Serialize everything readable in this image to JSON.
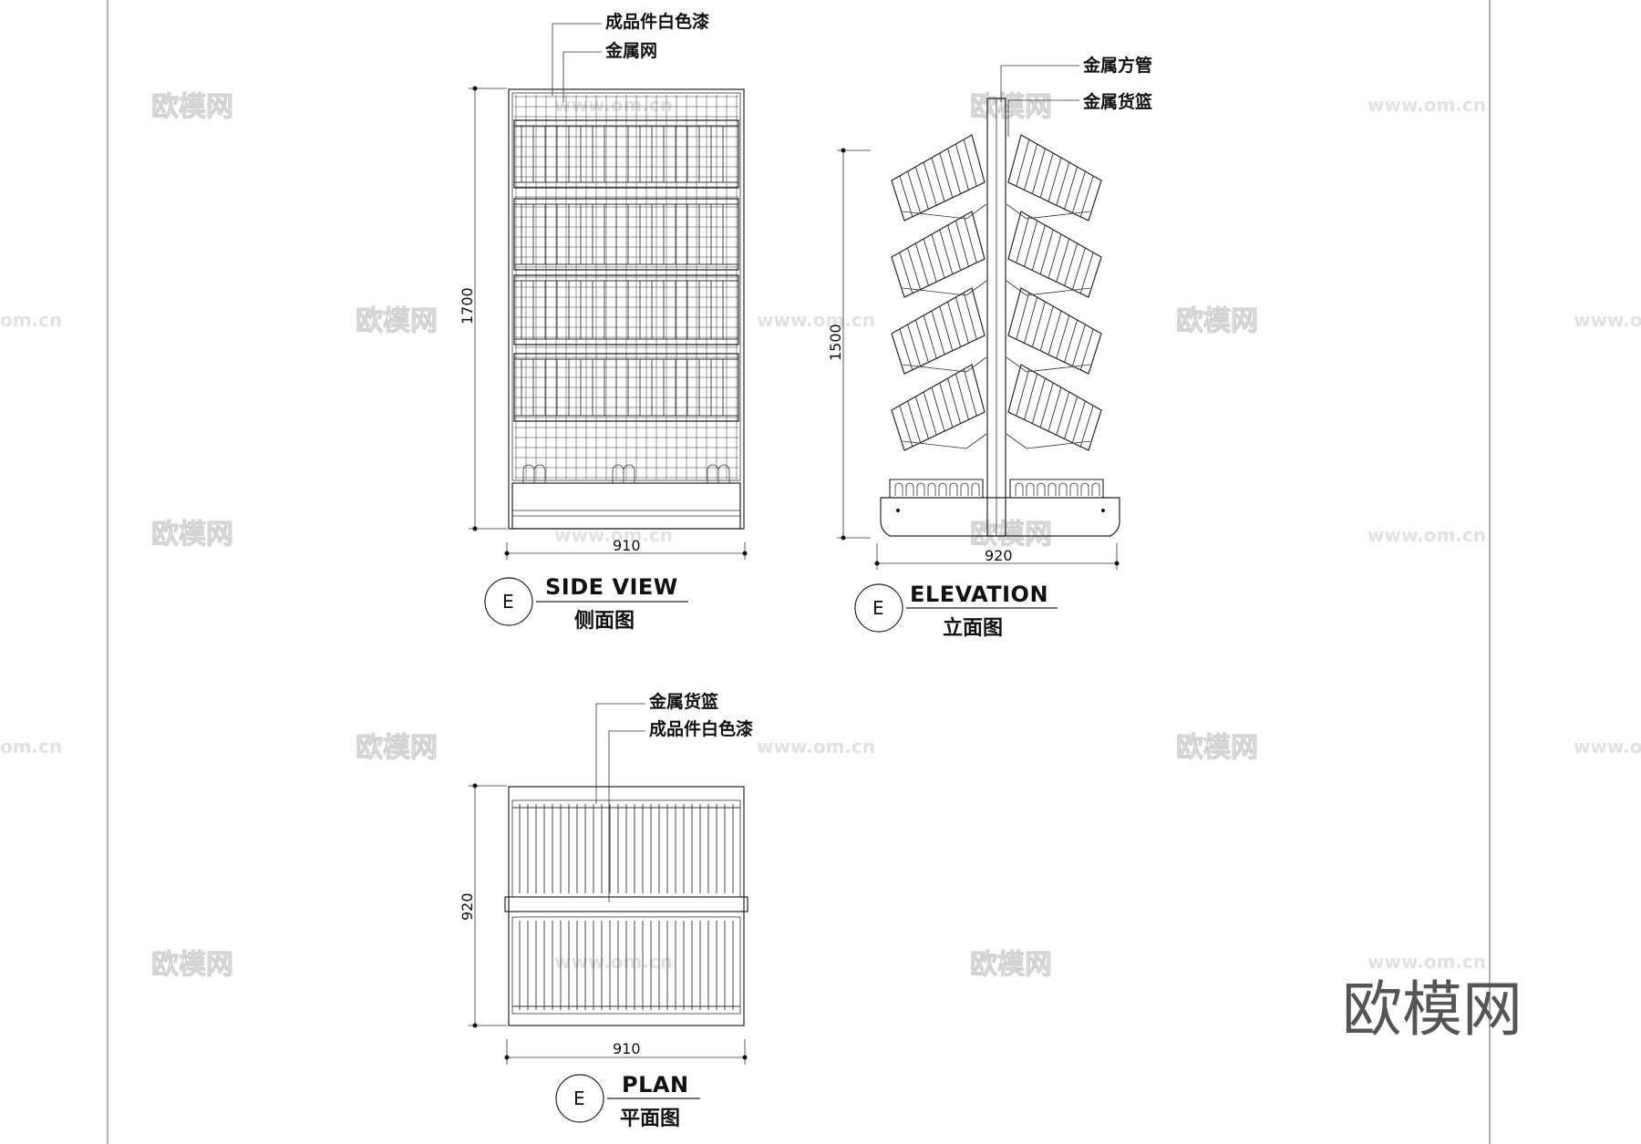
{
  "watermarks": {
    "brand": "欧模网",
    "url": "www.om.cn",
    "url_short": "om.cn",
    "url_prefix": "www.o"
  },
  "side_view": {
    "label_finish": "成品件白色漆",
    "label_mesh": "金属网",
    "dim_height": "1700",
    "dim_width": "910",
    "marker": "E",
    "title_en": "SIDE VIEW",
    "title_cn": "侧面图"
  },
  "elevation": {
    "label_tube": "金属方管",
    "label_basket": "金属货篮",
    "dim_height": "1500",
    "dim_width": "920",
    "marker": "E",
    "title_en": "ELEVATION",
    "title_cn": "立面图"
  },
  "plan": {
    "label_basket": "金属货篮",
    "label_finish": "成品件白色漆",
    "dim_height": "920",
    "dim_width": "910",
    "marker": "E",
    "title_en": "PLAN",
    "title_cn": "平面图"
  },
  "colors": {
    "line": "#222222",
    "background": "#ffffff",
    "watermark": "#d4d4d4"
  }
}
